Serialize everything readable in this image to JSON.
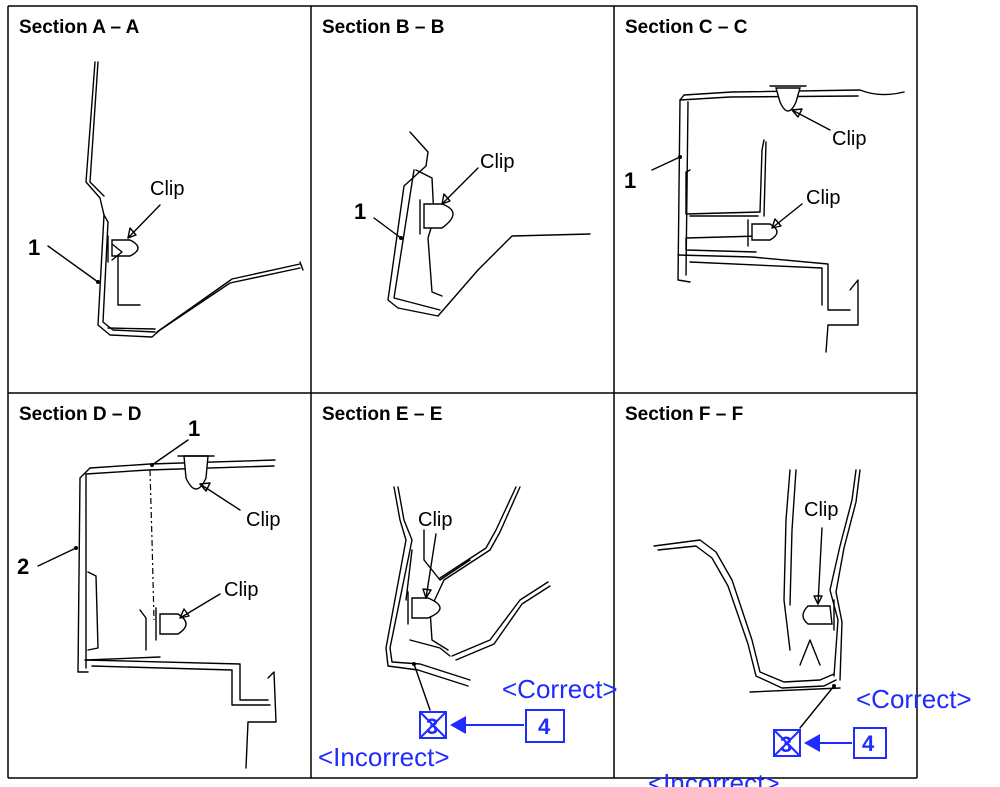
{
  "sections": [
    {
      "title": "Section A – A",
      "callouts": [
        "Clip"
      ],
      "numbers": [
        "1"
      ]
    },
    {
      "title": "Section B – B",
      "callouts": [
        "Clip"
      ],
      "numbers": [
        "1"
      ]
    },
    {
      "title": "Section C – C",
      "callouts": [
        "Clip",
        "Clip"
      ],
      "numbers": [
        "1"
      ]
    },
    {
      "title": "Section D – D",
      "callouts": [
        "Clip",
        "Clip"
      ],
      "numbers": [
        "1",
        "2"
      ]
    },
    {
      "title": "Section E – E",
      "callouts": [
        "Clip"
      ],
      "markers": {
        "correct": "<Correct>",
        "incorrect": "<Incorrect>",
        "box3": "3",
        "box4": "4"
      }
    },
    {
      "title": "Section F – F",
      "callouts": [
        "Clip"
      ],
      "markers": {
        "correct": "<Correct>",
        "incorrect": "<Incorrect>",
        "box3": "3",
        "box4": "4"
      }
    }
  ]
}
